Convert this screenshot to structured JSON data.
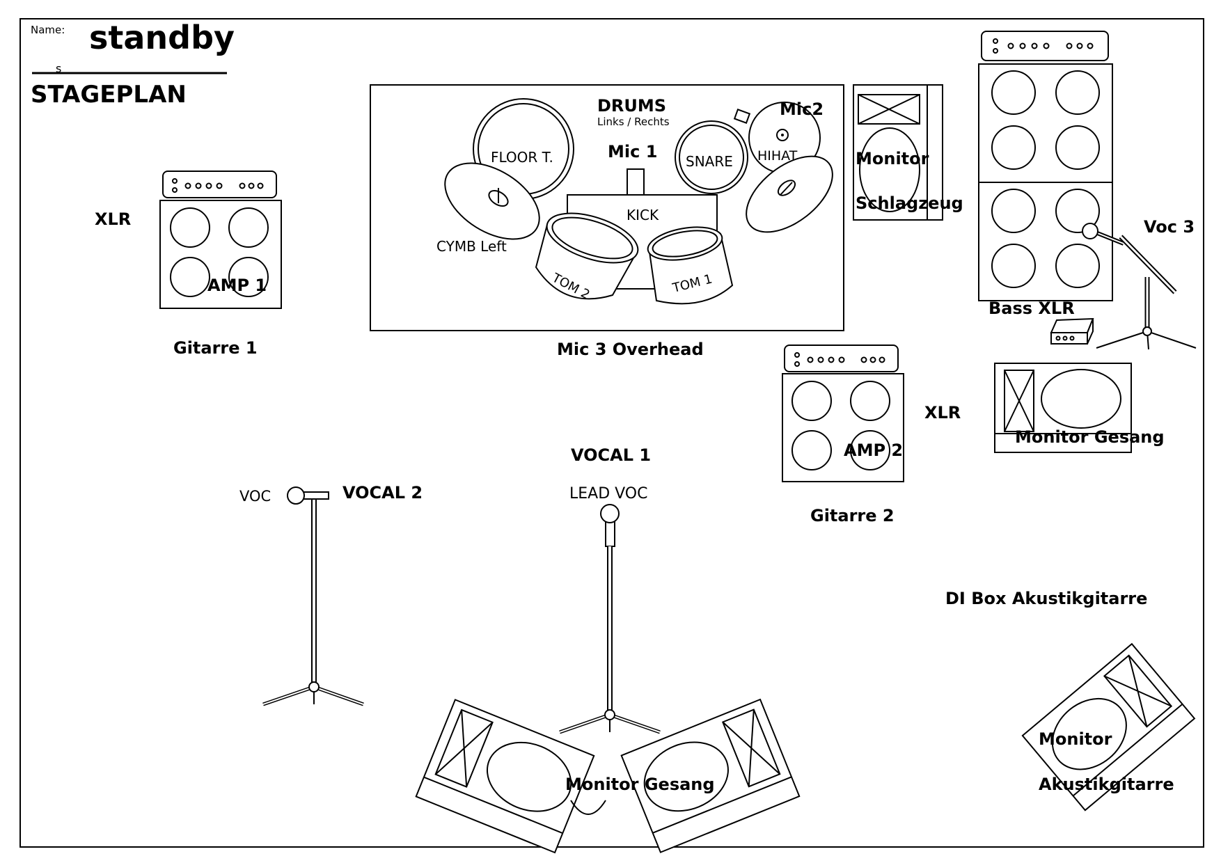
{
  "header": {
    "name_label": "Name:",
    "band_name": "standby",
    "line_letter": "s",
    "title": "STAGEPLAN"
  },
  "drums": {
    "title": "DRUMS",
    "subtitle": "Links / Rechts",
    "floor_tom": "FLOOR T.",
    "snare": "SNARE",
    "hihat": "HIHAT",
    "kick": "KICK",
    "cymb_left": "CYMB Left",
    "tom1": "TOM 1",
    "tom2": "TOM 2",
    "mic1": "Mic 1",
    "mic2": "Mic2",
    "overhead": "Mic 3 Overhead"
  },
  "amp1": {
    "label": "AMP 1",
    "xlr": "XLR",
    "caption": "Gitarre 1"
  },
  "amp2": {
    "label": "AMP 2",
    "xlr": "XLR",
    "caption": "Gitarre 2"
  },
  "monitor_drums": {
    "line1": "Monitor",
    "line2": "Schlagzeug"
  },
  "bass": {
    "caption": "Bass XLR",
    "voc3": "Voc 3"
  },
  "monitor_gesang_right": "Monitor Gesang",
  "vocal2": {
    "small": "VOC",
    "label": "VOCAL 2"
  },
  "vocal1": {
    "label": "VOCAL 1",
    "small": "LEAD VOC"
  },
  "monitor_gesang_front": "Monitor Gesang",
  "di_box": "DI Box Akustikgitarre",
  "monitor_akustik": {
    "line1": "Monitor",
    "line2": "Akustikgitarre"
  }
}
